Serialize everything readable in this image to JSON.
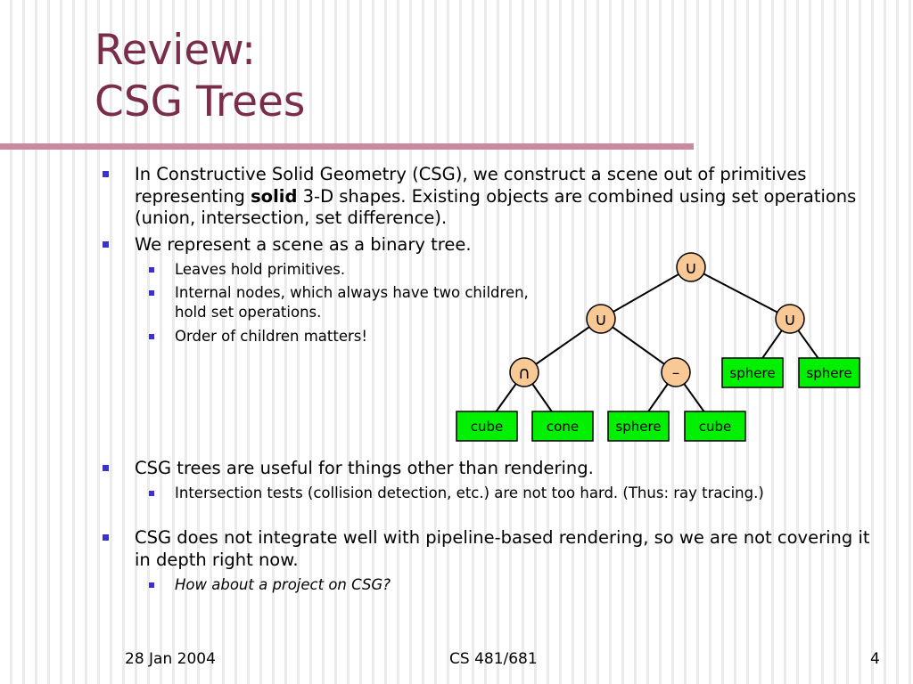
{
  "slide": {
    "title_line1": "Review:",
    "title_line2": "CSG Trees",
    "bullets": {
      "b1_pre": "In Constructive Solid Geometry (CSG), we construct a scene out of primitives representing ",
      "b1_bold": "solid",
      "b1_post": " 3-D shapes. Existing objects are combined using set operations (union, intersection, set difference).",
      "b2": "We represent a scene as a binary tree.",
      "b2_1": "Leaves hold primitives.",
      "b2_2": "Internal nodes, which always have two children, hold set operations.",
      "b2_3": "Order of children matters!",
      "b3": "CSG trees are useful for things other than rendering.",
      "b3_1": "Intersection tests (collision detection, etc.) are not too hard. (Thus: ray tracing.)",
      "b4": "CSG does not integrate well with pipeline-based rendering, so we are not covering it in depth right now.",
      "b4_1": "How about a project on CSG?"
    },
    "footer": {
      "date": "28 Jan 2004",
      "course": "CS 481/681",
      "page": "4"
    }
  },
  "tree": {
    "node_color": "#f9c995",
    "leaf_color": "#00f000",
    "nodes": {
      "root": "∪",
      "left": "∪",
      "right": "∪",
      "intersect": "∩",
      "difference": "–"
    },
    "leaves": {
      "cube1": "cube",
      "cone": "cone",
      "sphere1": "sphere",
      "cube2": "cube",
      "sphere2": "sphere",
      "sphere3": "sphere"
    }
  }
}
